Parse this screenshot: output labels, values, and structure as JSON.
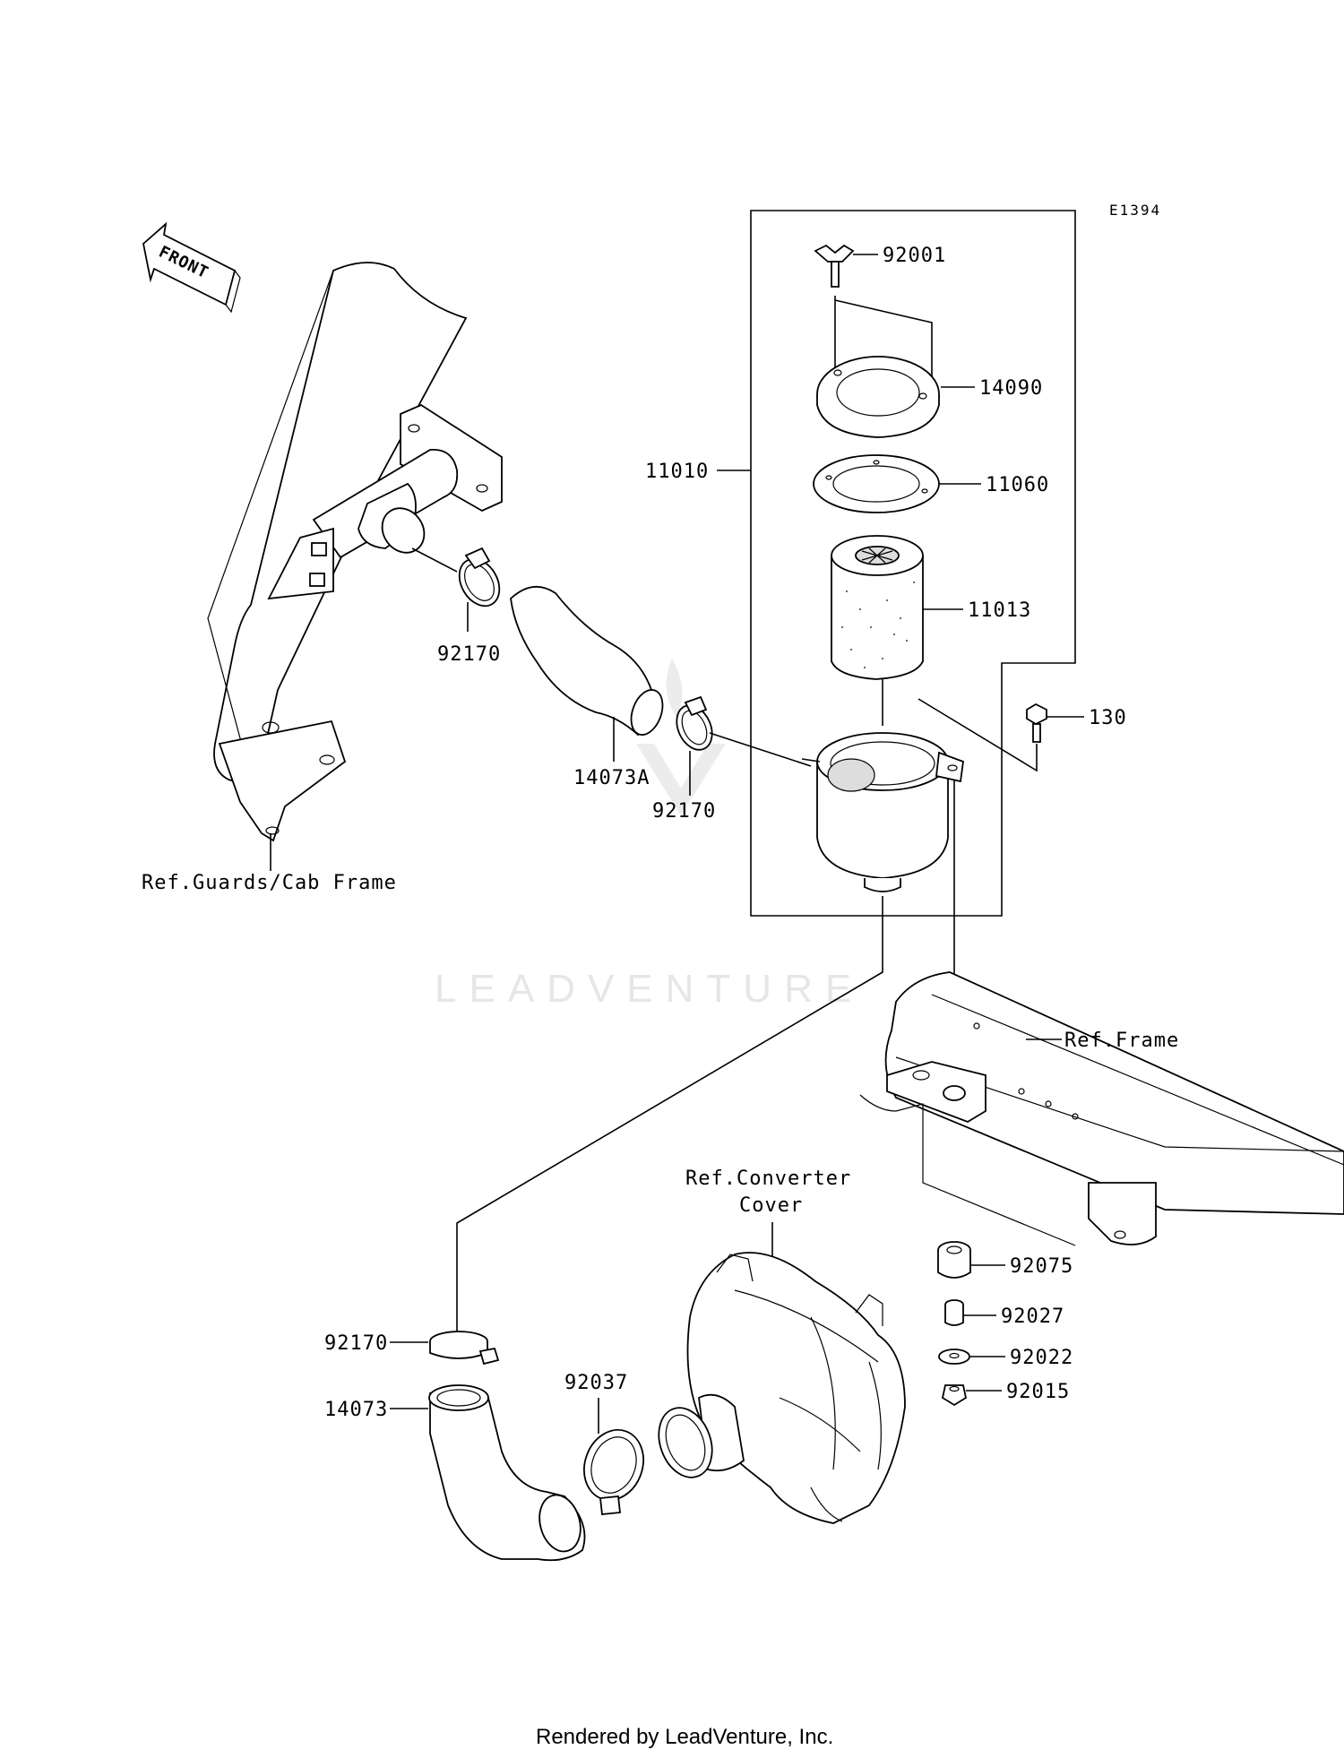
{
  "diagram": {
    "code": "E1394",
    "front_label": "FRONT",
    "watermark": "LEADVENTURE",
    "footer": "Rendered by LeadVenture, Inc.",
    "part_labels": [
      {
        "id": "92001",
        "text": "92001"
      },
      {
        "id": "14090",
        "text": "14090"
      },
      {
        "id": "11010",
        "text": "11010"
      },
      {
        "id": "11060",
        "text": "11060"
      },
      {
        "id": "11013",
        "text": "11013"
      },
      {
        "id": "130",
        "text": "130"
      },
      {
        "id": "92170_upper",
        "text": "92170"
      },
      {
        "id": "14073A",
        "text": "14073A"
      },
      {
        "id": "92170_mid",
        "text": "92170"
      },
      {
        "id": "92075",
        "text": "92075"
      },
      {
        "id": "92027",
        "text": "92027"
      },
      {
        "id": "92022",
        "text": "92022"
      },
      {
        "id": "92015",
        "text": "92015"
      },
      {
        "id": "92170_lower",
        "text": "92170"
      },
      {
        "id": "14073",
        "text": "14073"
      },
      {
        "id": "92037",
        "text": "92037"
      }
    ],
    "references": {
      "guards": "Ref.Guards/Cab Frame",
      "frame": "Ref.Frame",
      "converter_line1": "Ref.Converter",
      "converter_line2": "Cover"
    }
  }
}
